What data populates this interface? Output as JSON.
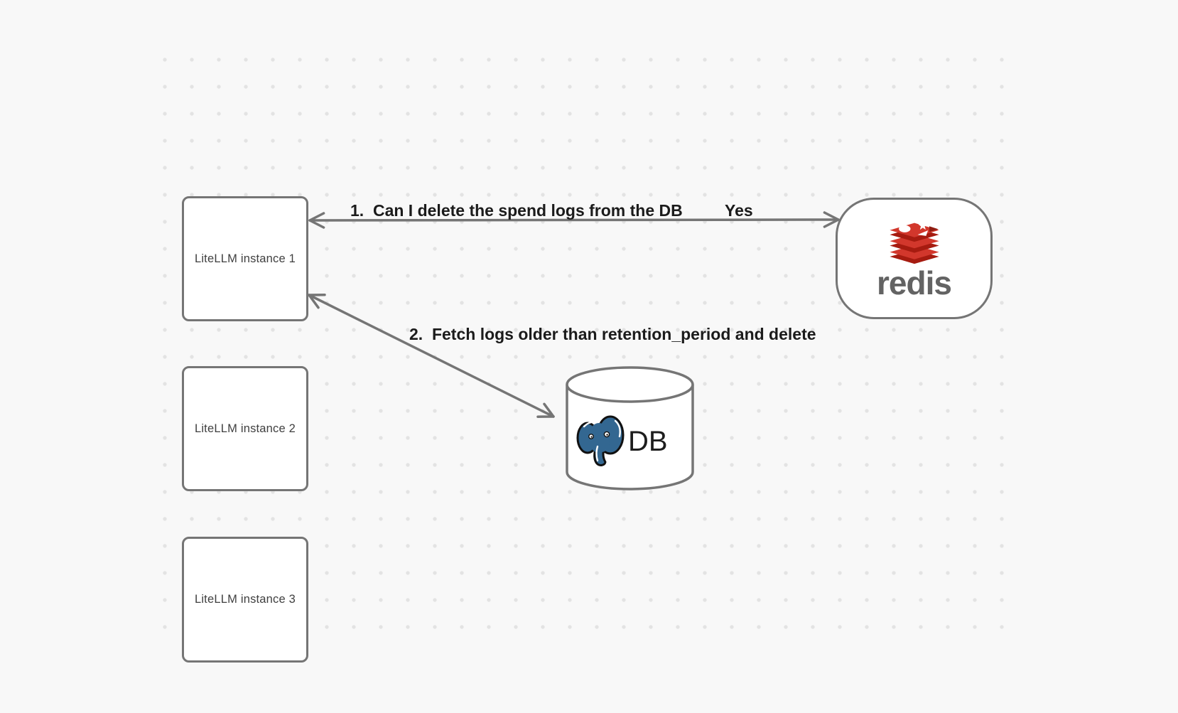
{
  "diagram": {
    "instances": [
      {
        "label": "LiteLLM instance 1"
      },
      {
        "label": "LiteLLM instance 2"
      },
      {
        "label": "LiteLLM instance 3"
      }
    ],
    "redis": {
      "label": "redis"
    },
    "db": {
      "label": "DB"
    },
    "arrow1": {
      "label": "1.  Can I delete the spend logs from the DB",
      "response": "Yes"
    },
    "arrow2": {
      "label": "2.  Fetch logs older than retention_period and delete"
    }
  },
  "colors": {
    "background": "#f8f8f8",
    "grid_dot": "#e3e3e3",
    "shape_stroke": "#757575",
    "label_text": "#1b1b1b",
    "node_text": "#3f3f3f",
    "redis_red": "#d2372c",
    "redis_red_dark": "#a61b10",
    "redis_word_gray": "#636363",
    "postgres_blue": "#336791"
  }
}
